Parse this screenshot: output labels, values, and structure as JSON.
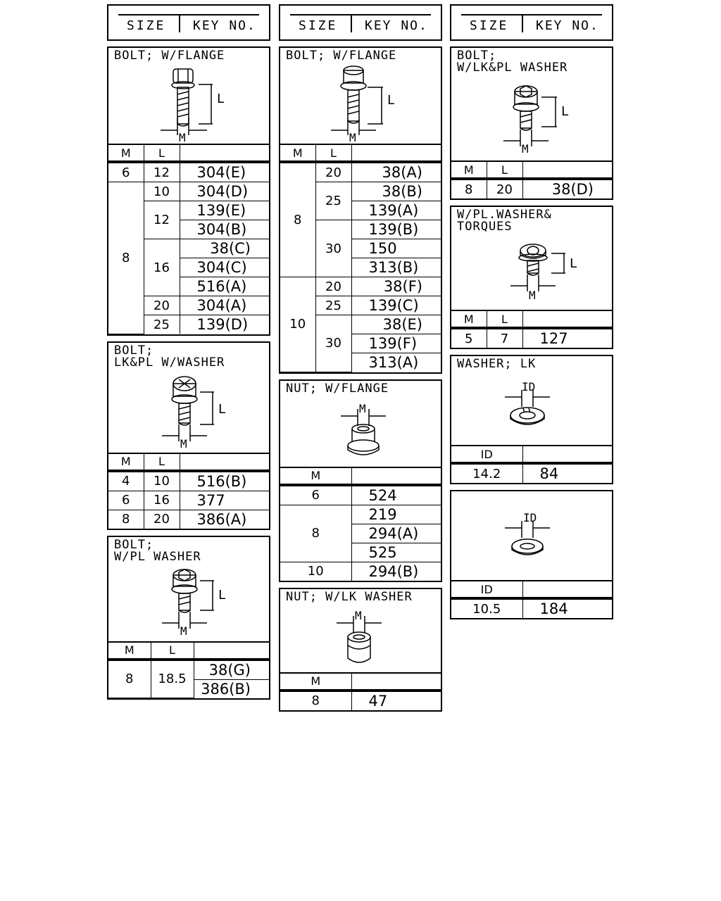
{
  "header": {
    "size": "SIZE",
    "key": "KEY NO."
  },
  "col1": {
    "b1": {
      "title": "BOLT; W/FLANGE",
      "hM": "M",
      "hL": "L",
      "rows": [
        [
          "6",
          "12",
          "304(E)"
        ],
        [
          "8",
          "10",
          "304(D)"
        ],
        [
          "12",
          "139(E)"
        ],
        [
          "304(B)"
        ],
        [
          "16",
          "38(C)"
        ],
        [
          "304(C)"
        ],
        [
          "516(A)"
        ],
        [
          "20",
          "304(A)"
        ],
        [
          "25",
          "139(D)"
        ]
      ]
    },
    "b2": {
      "title": "BOLT;\nLK&PL W/WASHER",
      "hM": "M",
      "hL": "L",
      "rows": [
        [
          "4",
          "10",
          "516(B)"
        ],
        [
          "6",
          "16",
          "377"
        ],
        [
          "8",
          "20",
          "386(A)"
        ]
      ]
    },
    "b3": {
      "title": "BOLT;\nW/PL WASHER",
      "hM": "M",
      "hL": "L",
      "rows": [
        [
          "8",
          "18.5",
          "38(G)"
        ],
        [
          "386(B)"
        ]
      ]
    }
  },
  "col2": {
    "b1": {
      "title": "BOLT; W/FLANGE",
      "hM": "M",
      "hL": "L",
      "rows": [
        [
          "8",
          "20",
          "38(A)"
        ],
        [
          "25",
          "38(B)"
        ],
        [
          "139(A)"
        ],
        [
          "30",
          "139(B)"
        ],
        [
          "150"
        ],
        [
          "313(B)"
        ],
        [
          "10",
          "20",
          "38(F)"
        ],
        [
          "25",
          "139(C)"
        ],
        [
          "30",
          "38(E)"
        ],
        [
          "139(F)"
        ],
        [
          "313(A)"
        ]
      ]
    },
    "b2": {
      "title": "NUT; W/FLANGE",
      "hM": "M",
      "rows": [
        [
          "6",
          "524"
        ],
        [
          "8",
          "219"
        ],
        [
          "294(A)"
        ],
        [
          "525"
        ],
        [
          "10",
          "294(B)"
        ]
      ]
    },
    "b3": {
      "title": "NUT; W/LK WASHER",
      "hM": "M",
      "rows": [
        [
          "8",
          "47"
        ]
      ]
    }
  },
  "col3": {
    "b1": {
      "title": "BOLT;\nW/LK&PL WASHER",
      "hM": "M",
      "hL": "L",
      "rows": [
        [
          "8",
          "20",
          "38(D)"
        ]
      ]
    },
    "b2": {
      "title": "W/PL.WASHER&\nTORQUES",
      "hM": "M",
      "hL": "L",
      "rows": [
        [
          "5",
          "7",
          "127"
        ]
      ]
    },
    "b3": {
      "title": "WASHER; LK",
      "hID": "ID",
      "rows": [
        [
          "14.2",
          "84"
        ]
      ]
    },
    "b4": {
      "title": "",
      "hID": "ID",
      "rows": [
        [
          "10.5",
          "184"
        ]
      ]
    }
  },
  "dims": {
    "L": "L",
    "M": "M",
    "ID": "ID"
  }
}
